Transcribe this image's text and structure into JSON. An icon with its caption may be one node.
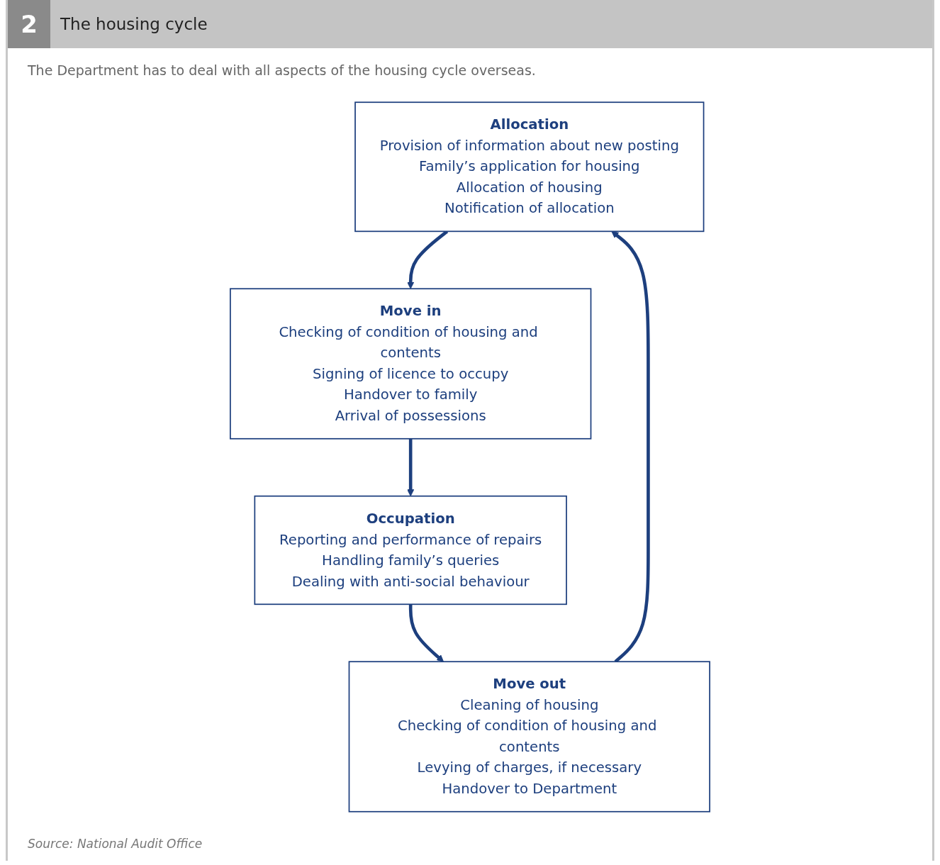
{
  "diagram": {
    "title": "The housing cycle",
    "nodes": [
      {
        "text": [
          "Allocation",
          "Provision of information about new posting",
          "Family’s application for housing",
          "Allocation of housing",
          "Notification of allocation"
        ]
      },
      {
        "text": [
          "Move in",
          "Checking of condition of housing and contents",
          "Signing of licence to occupy",
          "Handover to family",
          "Arrival of possessions"
        ]
      },
      {
        "text": [
          "Occupation",
          "Reporting and performance of repairs",
          "Handling family’s queries",
          "Dealing with anti-social behaviour"
        ]
      },
      {
        "text": [
          "Move out",
          "Cleaning of housing",
          "Checking of condition of housing and contents",
          "Levying of charges, if necessary",
          "Handover to Department"
        ]
      }
    ],
    "edges": [
      {
        "from": 0,
        "to": 1,
        "arrow": "to"
      },
      {
        "from": 1,
        "to": 2,
        "arrow": "to"
      },
      {
        "from": 2,
        "to": 3,
        "arrow": "to"
      },
      {
        "from": 3,
        "to": 0,
        "arrow": "to"
      }
    ],
    "labels": [
      "2",
      "The Department has to deal with all aspects of the housing cycle overseas.",
      "Source: National Audit Office"
    ]
  }
}
